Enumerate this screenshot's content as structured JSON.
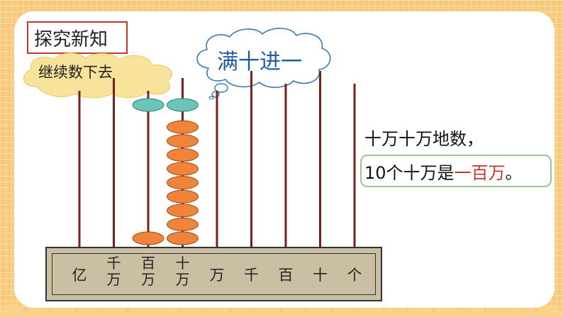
{
  "section_title": "探究新知",
  "bubble_text": "继续数下去",
  "thought_text": "满十进一",
  "rods": [
    {
      "label_top": "",
      "label_bottom": "亿",
      "beads": 0
    },
    {
      "label_top": "千",
      "label_bottom": "万",
      "beads": 0
    },
    {
      "label_top": "百",
      "label_bottom": "万",
      "beads": 1
    },
    {
      "label_top": "十",
      "label_bottom": "万",
      "beads": 9
    },
    {
      "label_top": "",
      "label_bottom": "万",
      "beads": 0
    },
    {
      "label_top": "",
      "label_bottom": "千",
      "beads": 0
    },
    {
      "label_top": "",
      "label_bottom": "百",
      "beads": 0
    },
    {
      "label_top": "",
      "label_bottom": "十",
      "beads": 0
    },
    {
      "label_top": "",
      "label_bottom": "个",
      "beads": 0
    }
  ],
  "moving_beads": {
    "count": 2,
    "color": "#6cc4b6"
  },
  "bead_color": "#f0843a",
  "rule": {
    "line1": "十万十万地数，",
    "line2_prefix": "10个十万是",
    "line2_highlight": "一百万",
    "line2_suffix": "。"
  }
}
